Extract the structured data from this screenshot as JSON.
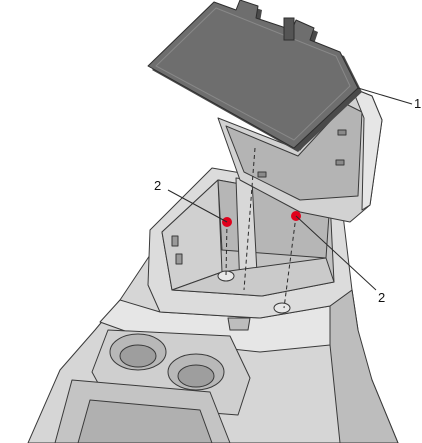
{
  "callouts": [
    {
      "id": "1",
      "label": "1"
    },
    {
      "id": "2a",
      "label": "2"
    },
    {
      "id": "2b",
      "label": "2"
    }
  ],
  "colors": {
    "panel_fill": "#6e6e6e",
    "panel_edge": "#3a3a3a",
    "console_light": "#e4e4e4",
    "console_mid": "#c8c8c8",
    "console_dark": "#9a9a9a",
    "line": "#2a2a2a",
    "fastener": "#e0001b"
  }
}
